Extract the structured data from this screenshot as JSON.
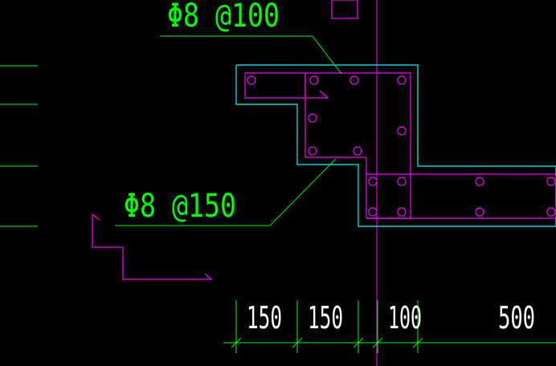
{
  "colors": {
    "background": "#000000",
    "outline": "#00ffff",
    "rebar": "#ff00ff",
    "leader": "#00ff00",
    "dimension_text": "#ffffff",
    "extension": "#00ff00"
  },
  "annotations": {
    "top_rebar": "Φ8 @100",
    "mid_rebar": "Φ8 @150"
  },
  "dimensions": [
    "150",
    "150",
    "100",
    "500"
  ]
}
